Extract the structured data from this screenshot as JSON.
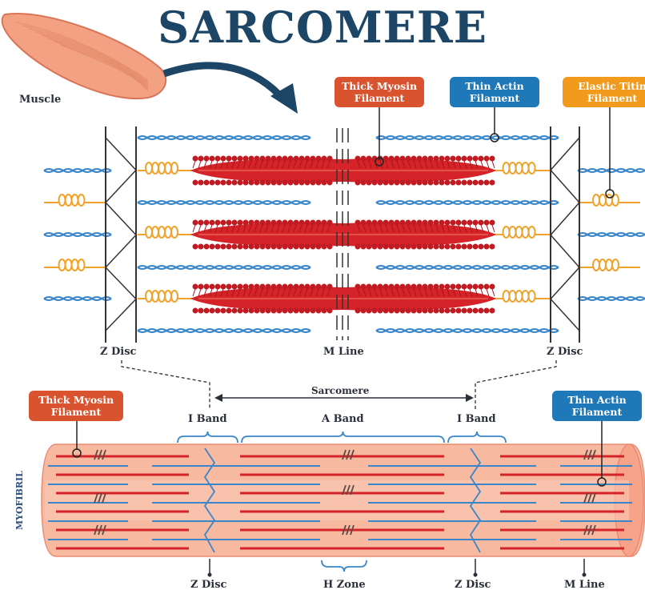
{
  "title": "SARCOMERE",
  "colors": {
    "title": "#1c4566",
    "thick_tag": "#d9532f",
    "thin_tag": "#1f78b8",
    "titin_tag": "#f29a1c",
    "actin": "#3a86c8",
    "myosin": "#d4242a",
    "titin": "#f0a22a",
    "myofibril": "#f7b9a0"
  },
  "top": {
    "muscle_label": "Muscle",
    "thick_tag": "Thick Myosin Filament",
    "thin_tag": "Thin Actin Filament",
    "titin_tag": "Elastic Titin Filament",
    "z_disc_left": "Z Disc",
    "m_line": "M Line",
    "z_disc_right": "Z Disc"
  },
  "bottom": {
    "sarcomere": "Sarcomere",
    "i_band_left": "I Band",
    "a_band": "A Band",
    "i_band_right": "I Band",
    "thick_tag": "Thick Myosin Filament",
    "thin_tag": "Thin Actin Filament",
    "myofibril": "MYOFIBRIL",
    "z_disc_left": "Z Disc",
    "h_zone": "H Zone",
    "z_disc_right": "Z Disc",
    "m_line": "M Line"
  }
}
